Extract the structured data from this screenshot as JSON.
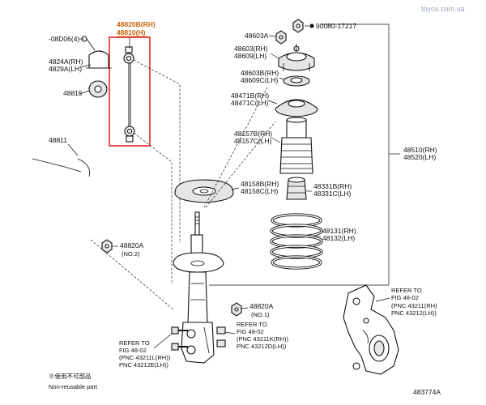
{
  "watermark": "toyox.com.ua",
  "diagram_id": "483774A",
  "note": {
    "symbol": "●",
    "jp": "※使用不可部品",
    "en": "Non-reusable part"
  },
  "labels": {
    "l_48820B": "48820B(RH)",
    "l_48810": "48810(H)",
    "l_08D06": "-08D06(4)",
    "l_4824A": "4824A(RH)",
    "l_4829A": "4829A(LH)",
    "l_48815": "48815",
    "l_48811": "48811",
    "l_48820A_1": "48820A",
    "l_no2": "(NO.2)",
    "l_48603A": "48603A",
    "l_90080": "90080-17217",
    "l_48603": "48603(RH)",
    "l_48609": "48609(LH)",
    "l_48603B": "48603B(RH)",
    "l_48609C": "48609C(LH)",
    "l_48471B": "48471B(RH)",
    "l_48471C": "48471C(LH)",
    "l_48157B": "48157B(RH)",
    "l_48157C": "48157C(LH)",
    "l_48510": "48510(RH)",
    "l_48520": "48520(LH)",
    "l_48158B": "48158B(RH)",
    "l_48158C": "48158C(LH)",
    "l_48331B": "48331B(RH)",
    "l_48331C": "48331C(LH)",
    "l_48131": "48131(RH)",
    "l_48132": "48132(LH)",
    "l_48820A_2": "48820A",
    "l_no1": "(NO.1)",
    "l_ref_a1": "REFER TO",
    "l_ref_a2": "FIG 48-02",
    "l_ref_a3": "(PNC 43211(RH)",
    "l_ref_a4": "PNC 43212(LH))",
    "l_ref_b1": "REFER TO",
    "l_ref_b2": "FIG 48-02",
    "l_ref_b3": "(PNC 43211K(RH))",
    "l_ref_b4": "PNC 43212D(LH))",
    "l_ref_c1": "REFER TO",
    "l_ref_c2": "FIG 48-02",
    "l_ref_c3": "(PNC 43211L(RH))",
    "l_ref_c4": "PNC 43212E(LH))"
  },
  "colors": {
    "highlight_box": "#e0281e",
    "highlight_text": "#c8640a",
    "watermark": "#9aa7b5"
  }
}
